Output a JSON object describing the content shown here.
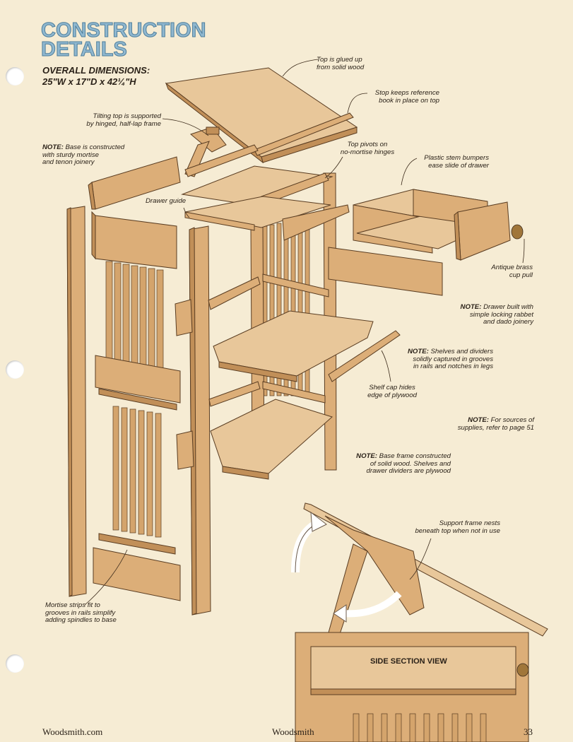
{
  "title_line1": "CONSTRUCTION",
  "title_line2": "DETAILS",
  "dimensions_line1": "OVERALL DIMENSIONS:",
  "dimensions_line2": "25\"W x 17\"D x 42¼\"H",
  "callouts": {
    "top_glued": [
      "Top is glued up",
      "from solid wood"
    ],
    "stop": [
      "Stop keeps reference",
      "book in place on top"
    ],
    "tilting_top": [
      "Tilting top is supported",
      "by hinged, half-lap frame"
    ],
    "note_base_label": "NOTE:",
    "note_base": [
      "Base is constructed",
      "with sturdy mortise",
      "and tenon joinery"
    ],
    "top_pivots": [
      "Top pivots on",
      "no-mortise hinges"
    ],
    "bumpers": [
      "Plastic stem bumpers",
      "ease slide of drawer"
    ],
    "drawer_guide": "Drawer guide",
    "brass_pull": [
      "Antique brass",
      "cup pull"
    ],
    "note_drawer_label": "NOTE:",
    "note_drawer": [
      "Drawer built with",
      "simple locking rabbet",
      "and dado joinery"
    ],
    "note_shelves_label": "NOTE:",
    "note_shelves": [
      "Shelves and dividers",
      "solidly captured in grooves",
      "in rails and notches in legs"
    ],
    "shelf_cap": [
      "Shelf cap hides",
      "edge of plywood"
    ],
    "note_sources_label": "NOTE:",
    "note_sources": [
      "For sources of",
      "supplies, refer to page 51"
    ],
    "note_frame_label": "NOTE:",
    "note_frame": [
      "Base frame constructed",
      "of solid wood. Shelves and",
      "drawer dividers are plywood"
    ],
    "support_frame": [
      "Support frame nests",
      "beneath top when not in use"
    ],
    "mortise_strips": [
      "Mortise strips fit to",
      "grooves in rails simplify",
      "adding spindles to base"
    ],
    "side_section": "SIDE SECTION VIEW"
  },
  "footer": {
    "left": "Woodsmith.com",
    "center": "Woodsmith",
    "page": "33"
  },
  "colors": {
    "page": "#f6ecd4",
    "wood": "#d9ab74",
    "wood_dark": "#b9864f",
    "title": "#8fb7cf"
  }
}
